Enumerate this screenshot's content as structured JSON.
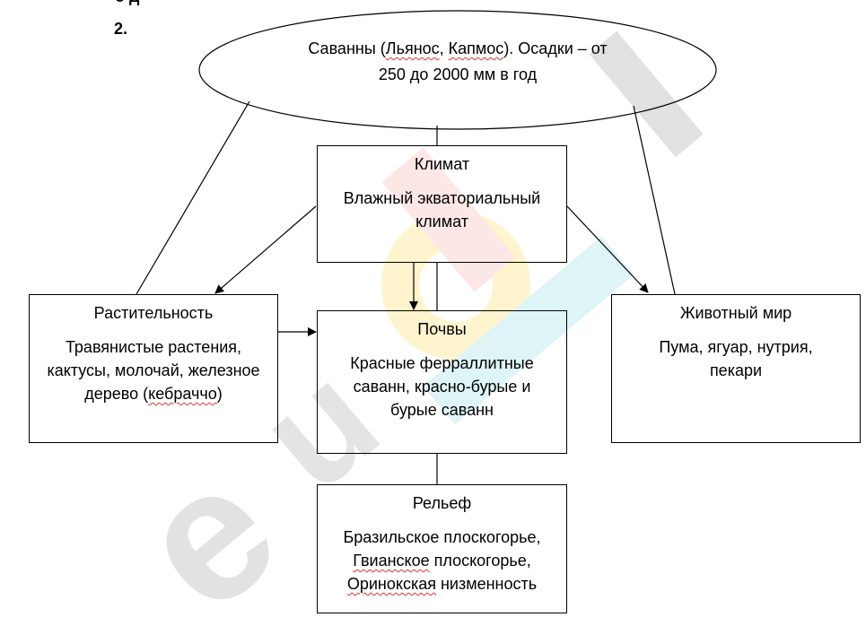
{
  "task_number": "2.",
  "header_fragment": "о д",
  "oval": {
    "text_prefix": "Саванны (",
    "word1": "Льянос",
    "separator": ", ",
    "word2": "Капмос",
    "text_suffix": "). Осадки – от",
    "line2": "250 до 2000 мм в год"
  },
  "climate": {
    "title": "Климат",
    "text": "Влажный экваториальный климат"
  },
  "vegetation": {
    "title": "Растительность",
    "text_main": "Травянистые растения, кактусы, молочай, железное дерево",
    "text_open": "(",
    "text_word": "кебраччо",
    "text_close": ")"
  },
  "soils": {
    "title": "Почвы",
    "text": "Красные ферраллитные саванн, красно-бурые и бурые саванн"
  },
  "fauna": {
    "title": "Животный мир",
    "text": "Пума, ягуар, нутрия, пекари"
  },
  "relief": {
    "title": "Рельеф",
    "line1": "Бразильское плоскогорье,",
    "line2_word": "Гвианское",
    "line2_rest": " плоскогорье,",
    "line3_word": "Оринокская",
    "line3_rest": " низменность"
  },
  "watermark": {
    "text": "eurokI",
    "colors": [
      "#dcdcdc",
      "#fde0e0",
      "#fff3c0",
      "#d8f1f4"
    ]
  }
}
